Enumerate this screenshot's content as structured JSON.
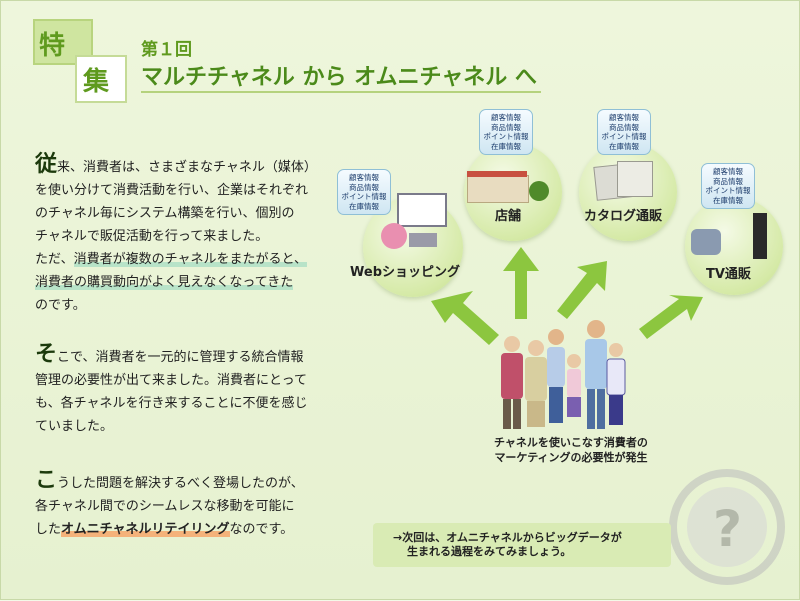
{
  "badge": {
    "char1": "特",
    "char2": "集"
  },
  "title": {
    "sub": "第１回",
    "main": "マルチチャネル から オムニチャネル へ"
  },
  "paragraph1": {
    "cap": "従",
    "line1": "来、消費者は、さまざまなチャネル（媒体）",
    "line2": "を使い分けて消費活動を行い、企業はそれぞれ",
    "line3": "のチャネル毎にシステム構築を行い、個別の",
    "line4": "チャネルで販促活動を行って来ました。",
    "line5_pre": "ただ、",
    "line5_hl": "消費者が複数のチャネルをまたがると、",
    "line6_hl": "消費者の購買動向がよく見えなくなってきた",
    "line7": "のです。"
  },
  "paragraph2": {
    "cap": "そ",
    "line1": "こで、消費者を一元的に管理する統合情報",
    "line2": "管理の必要性が出て来ました。消費者にとって",
    "line3": "も、各チャネルを行き来することに不便を感じ",
    "line4": "ていました。"
  },
  "paragraph3": {
    "cap": "こ",
    "line1": "うした問題を解決するべく登場したのが、",
    "line2": "各チャネル間でのシームレスな移動を可能に",
    "line3_pre": "した",
    "line3_hl": "オムニチャネルリテイリング",
    "line3_post": "なのです。"
  },
  "info_chip": {
    "l1": "顧客情報",
    "l2": "商品情報",
    "l3": "ポイント情報",
    "l4": "在庫情報"
  },
  "channels": {
    "web": "Webショッピング",
    "store": "店舗",
    "catalog": "カタログ通販",
    "tv": "TV通販"
  },
  "people_label": {
    "l1": "チャネルを使いこなす消費者の",
    "l2": "マーケティングの必要性が発生"
  },
  "next": {
    "l1": "→次回は、オムニチャネルからビッグデータが",
    "l2": "生まれる過程をみてみましょう。"
  },
  "colors": {
    "accent_green": "#5f9a1e",
    "arrow_green": "#8cc63f",
    "highlight_green": "#b8e3c8",
    "highlight_orange": "#f4b27a"
  }
}
